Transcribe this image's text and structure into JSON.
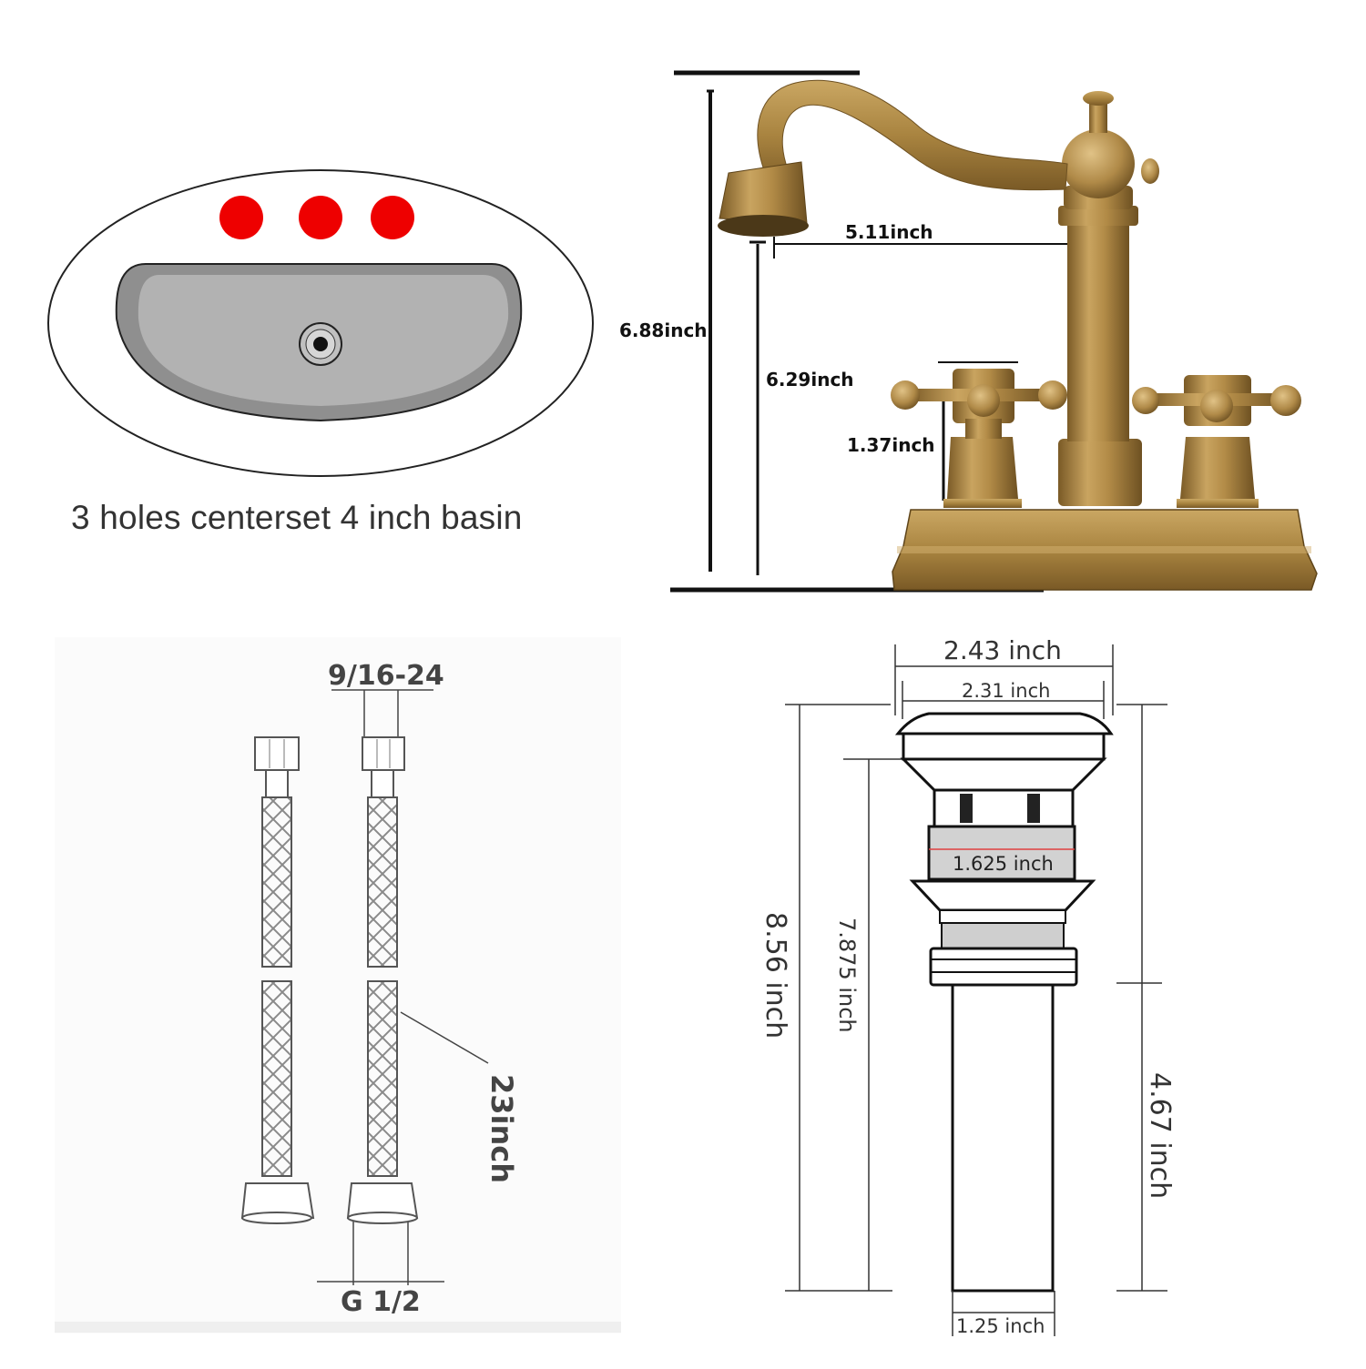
{
  "basin": {
    "caption": "3 holes centerset 4 inch basin",
    "hole_color": "#ee0000"
  },
  "faucet": {
    "overall_height": "6.88inch",
    "spout_reach": "5.11inch",
    "spout_height": "6.29inch",
    "handle_height": "1.37inch",
    "finish_color": "#b08a48"
  },
  "hoses": {
    "top_thread": "9/16-24",
    "length": "23inch",
    "bottom_thread": "G 1/2"
  },
  "drain": {
    "cap_diameter": "2.43 inch",
    "inner_diameter": "2.31 inch",
    "body_diameter": "1.625 inch",
    "total_height": "8.56 inch",
    "body_height": "7.875 inch",
    "tail_height": "4.67 inch",
    "tail_diameter": "1.25 inch"
  }
}
